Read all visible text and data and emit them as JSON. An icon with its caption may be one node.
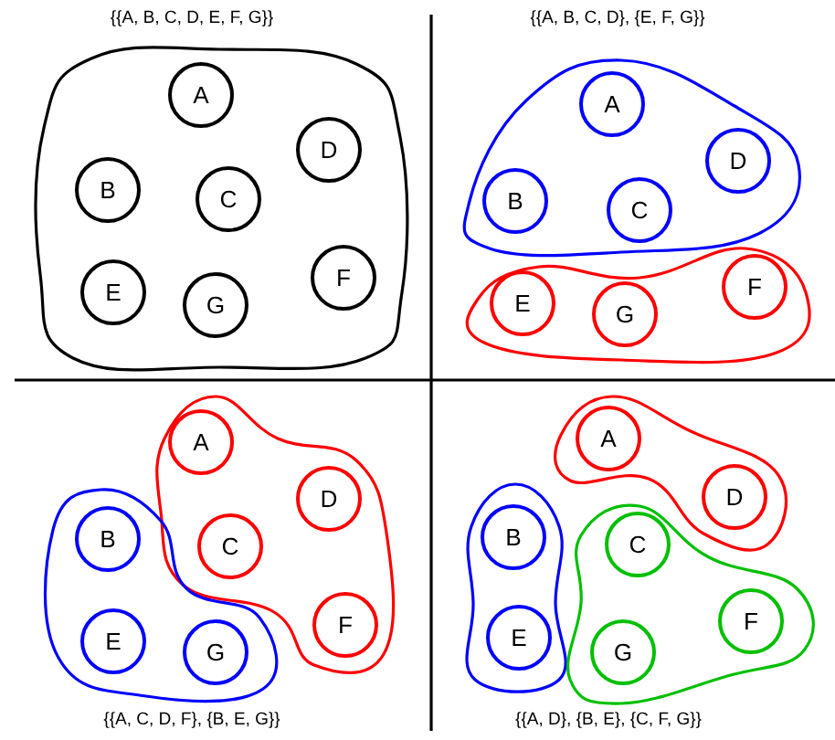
{
  "diagram": {
    "nodes": [
      {
        "text": [],
        "shape": "blob"
      },
      {
        "text": [
          "A"
        ],
        "in": 0
      },
      {
        "text": [
          "B"
        ],
        "in": 0
      },
      {
        "text": [
          "C"
        ],
        "in": 0
      },
      {
        "text": [
          "D"
        ],
        "in": 0
      },
      {
        "text": [
          "E"
        ],
        "in": 0
      },
      {
        "text": [
          "G"
        ],
        "in": 0
      },
      {
        "text": [
          "F"
        ],
        "in": 0
      },
      {
        "text": [],
        "shape": "blob"
      },
      {
        "text": [
          "A"
        ],
        "in": 8
      },
      {
        "text": [
          "B"
        ],
        "in": 8
      },
      {
        "text": [
          "C"
        ],
        "in": 8
      },
      {
        "text": [
          "D"
        ],
        "in": 8
      },
      {
        "text": [],
        "shape": "blob"
      },
      {
        "text": [
          "E"
        ],
        "in": 13
      },
      {
        "text": [
          "G"
        ],
        "in": 13
      },
      {
        "text": [
          "F"
        ],
        "in": 13
      },
      {
        "text": [],
        "shape": "blob"
      },
      {
        "text": [
          "A"
        ],
        "in": 17
      },
      {
        "text": [
          "D"
        ],
        "in": 17
      },
      {
        "text": [
          "C"
        ],
        "in": 17
      },
      {
        "text": [
          "F"
        ],
        "in": 17
      },
      {
        "text": [],
        "shape": "blob"
      },
      {
        "text": [
          "B"
        ],
        "in": 22
      },
      {
        "text": [
          "E"
        ],
        "in": 22
      },
      {
        "text": [
          "G"
        ],
        "in": 22
      },
      {
        "text": [],
        "shape": "blob"
      },
      {
        "text": [
          "A"
        ],
        "in": 26
      },
      {
        "text": [
          "D"
        ],
        "in": 26
      },
      {
        "text": [],
        "shape": "blob"
      },
      {
        "text": [
          "B"
        ],
        "in": 29
      },
      {
        "text": [
          "E"
        ],
        "in": 29
      },
      {
        "text": [],
        "shape": "blob"
      },
      {
        "text": [
          "C"
        ],
        "in": 32
      },
      {
        "text": [
          "F"
        ],
        "in": 32
      },
      {
        "text": [
          "G"
        ],
        "in": 32
      }
    ],
    "labels": [
      "{{A, B, C, D, E, F, G}}",
      "{{A, B, C, D}, {E, F, G}}",
      "{{A, C, D, F}, {B, E, G}}",
      "{{A, D}, {B, E}, {C, F, G}}"
    ]
  }
}
